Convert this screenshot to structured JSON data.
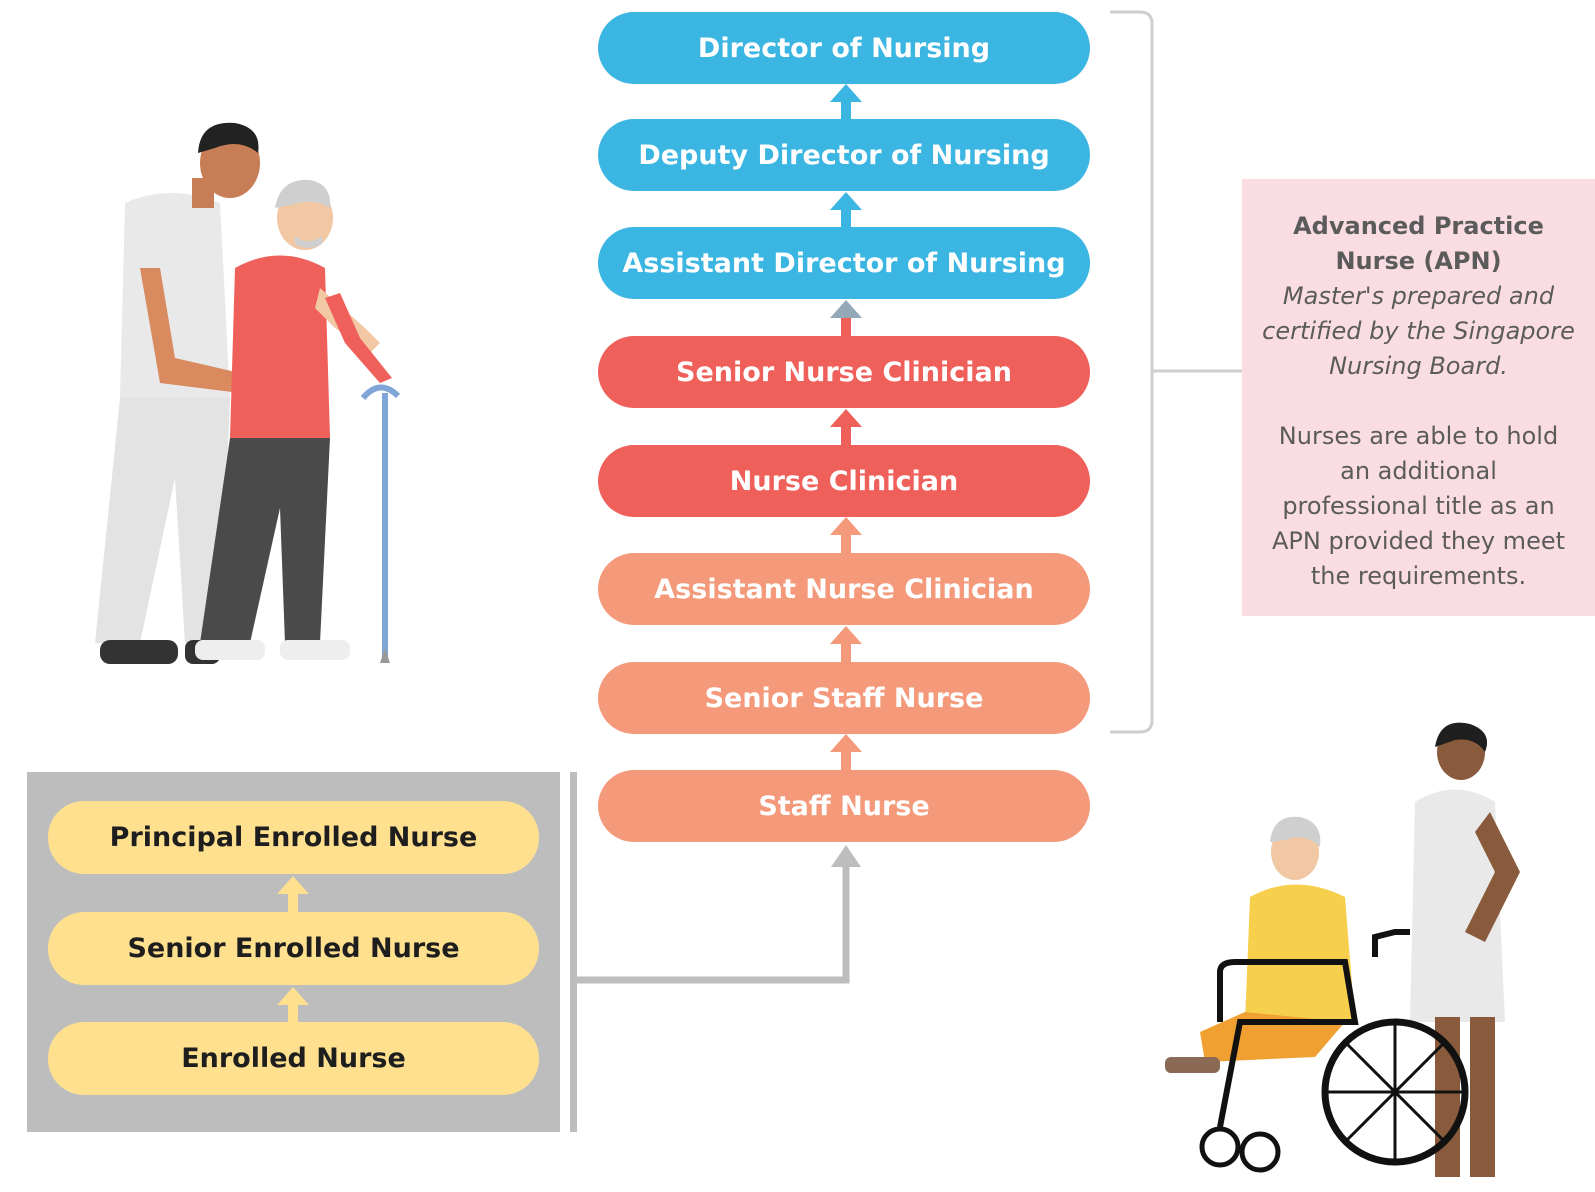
{
  "ladder": {
    "items": [
      {
        "label": "Director of Nursing",
        "color": "#3bb5e1"
      },
      {
        "label": "Deputy Director of Nursing",
        "color": "#3bb5e1"
      },
      {
        "label": "Assistant Director of Nursing",
        "color": "#3bb5e1"
      },
      {
        "label": "Senior Nurse Clinician",
        "color": "#f0605b"
      },
      {
        "label": "Nurse Clinician",
        "color": "#f0605b"
      },
      {
        "label": "Assistant Nurse Clinician",
        "color": "#f4997a"
      },
      {
        "label": "Senior Staff Nurse",
        "color": "#f4997a"
      },
      {
        "label": "Staff Nurse",
        "color": "#f4997a"
      }
    ]
  },
  "enrolled": {
    "items": [
      {
        "label": "Principal Enrolled Nurse"
      },
      {
        "label": "Senior Enrolled Nurse"
      },
      {
        "label": "Enrolled Nurse"
      }
    ],
    "color": "#fee08f"
  },
  "apn": {
    "title": "Advanced Practice Nurse (APN)",
    "subtitle": "Master's prepared and certified by the Singapore Nursing Board.",
    "description": "Nurses are able to hold an additional professional title as an APN provided they meet the requirements."
  },
  "colors": {
    "management": "#3bb5e1",
    "clinical_senior": "#f0605b",
    "clinical_entry": "#f4997a",
    "enrolled": "#fee08f",
    "connector": "#bdbdbd",
    "apn_background": "#fadde3"
  },
  "illustrations": {
    "left": "nurse-helping-elderly-man-with-cane",
    "right": "nurse-pushing-elderly-woman-in-wheelchair"
  }
}
